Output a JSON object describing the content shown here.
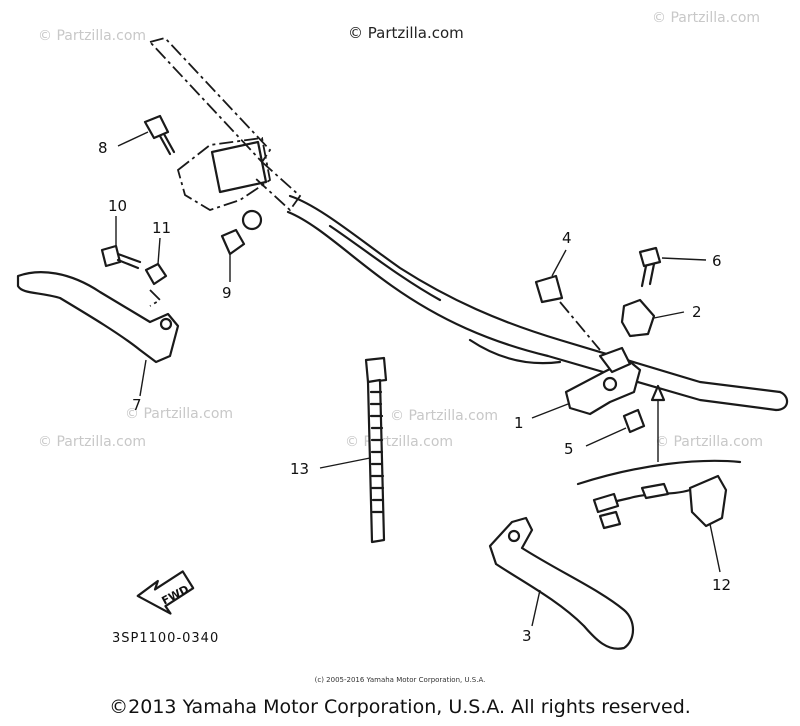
{
  "watermarks": {
    "top": "© Partzilla.com",
    "repeat": "© Partzilla.com"
  },
  "callouts": {
    "c1": "1",
    "c2": "2",
    "c3": "3",
    "c4": "4",
    "c5": "5",
    "c6": "6",
    "c7": "7",
    "c8": "8",
    "c9": "9",
    "c10": "10",
    "c11": "11",
    "c12": "12",
    "c13": "13"
  },
  "fwd_label": "FWD",
  "diagram_code": "3SP1100-0340",
  "small_copyright": "(c) 2005-2016 Yamaha Motor Corporation, U.S.A.",
  "footer_copyright": "©2013 Yamaha Motor Corporation, U.S.A. All rights reserved."
}
